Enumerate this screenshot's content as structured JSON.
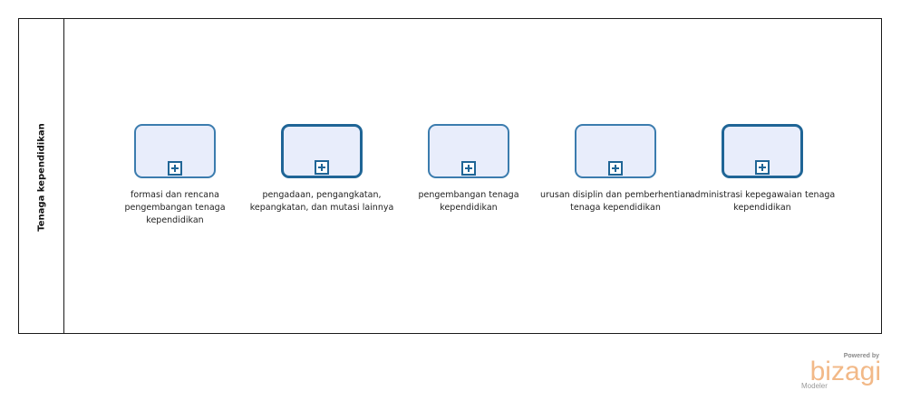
{
  "lane": {
    "title": "Tenaga kependidikan"
  },
  "tasks": [
    {
      "label": "formasi dan rencana pengembangan tenaga kependidikan",
      "marker": "subprocess-plus-icon",
      "emphasis": false
    },
    {
      "label": "pengadaan, pengangkatan, kepangkatan, dan mutasi lainnya",
      "marker": "subprocess-plus-icon",
      "emphasis": true
    },
    {
      "label": "pengembangan tenaga kependidikan",
      "marker": "subprocess-plus-icon",
      "emphasis": false
    },
    {
      "label": "urusan disiplin dan pemberhentian tenaga kependidikan",
      "marker": "subprocess-plus-icon",
      "emphasis": false
    },
    {
      "label": "administrasi kepegawaian tenaga kependidikan",
      "marker": "subprocess-plus-icon",
      "emphasis": true
    }
  ],
  "watermark": {
    "powered": "Powered by",
    "brand": "bizagi",
    "product": "Modeler"
  },
  "colors": {
    "task_fill": "#e8edfb",
    "task_border": "#1f6596",
    "brand": "#f2b988"
  }
}
